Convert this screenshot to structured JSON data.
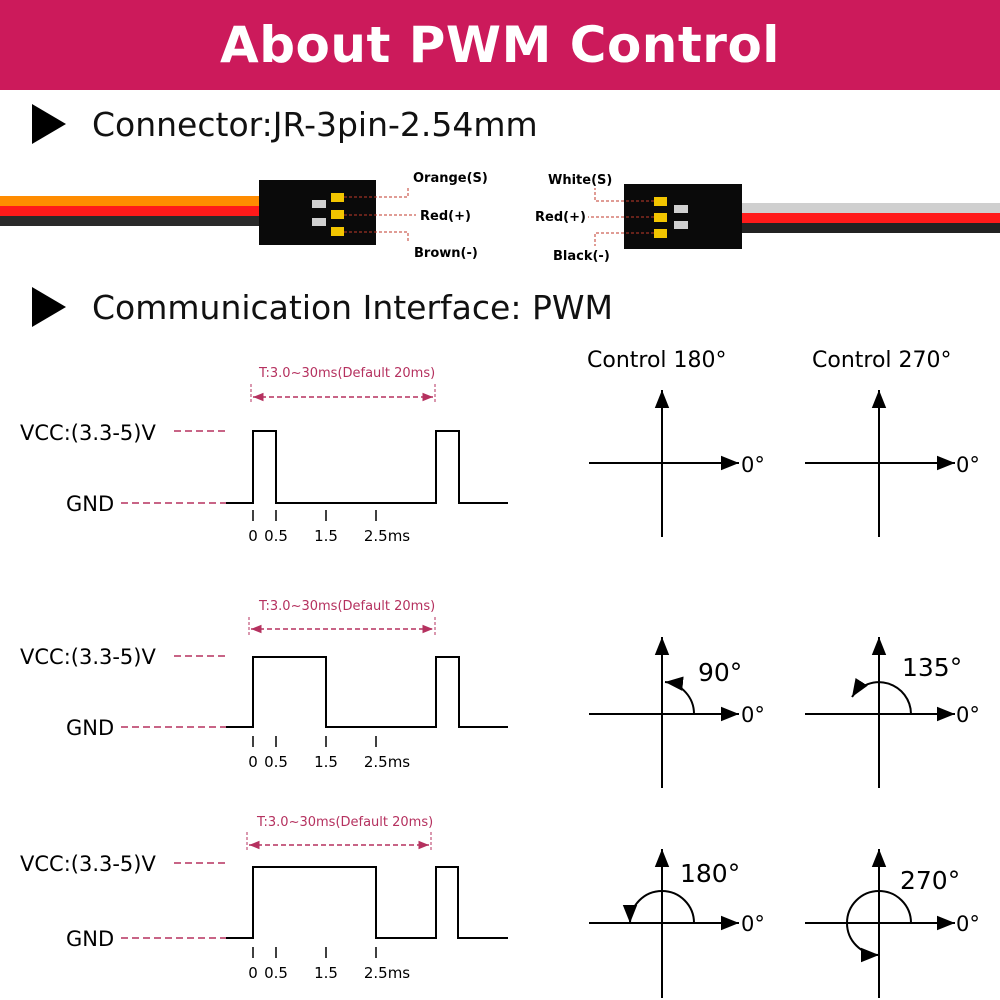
{
  "title": "About PWM Control",
  "sections": {
    "connector": "Connector:JR-3pin-2.54mm",
    "interface": "Communication Interface: PWM"
  },
  "connector_left": {
    "pins": [
      "Orange(S)",
      "Red(+)",
      "Brown(-)"
    ]
  },
  "connector_right": {
    "pins": [
      "White(S)",
      "Red(+)",
      "Black(-)"
    ]
  },
  "waveform_labels": {
    "period": "T:3.0~30ms(Default 20ms)",
    "vcc": "VCC:(3.3-5)V",
    "gnd": "GND",
    "ticks": [
      "0",
      "0.5",
      "1.5",
      "2.5ms"
    ]
  },
  "control_headers": [
    "Control 180°",
    "Control 270°"
  ],
  "zero_label": "0°",
  "angle_labels": [
    "90°",
    "135°",
    "180°",
    "270°"
  ],
  "colors": {
    "banner": "#cc1a5b",
    "accent": "#b5315f",
    "wire_orange": "#ff8c00",
    "wire_red": "#ff1a1a",
    "wire_brown": "#2a2a2a",
    "wire_white": "#cfcfcf",
    "wire_black": "#222222",
    "pin": "#f2c500"
  }
}
